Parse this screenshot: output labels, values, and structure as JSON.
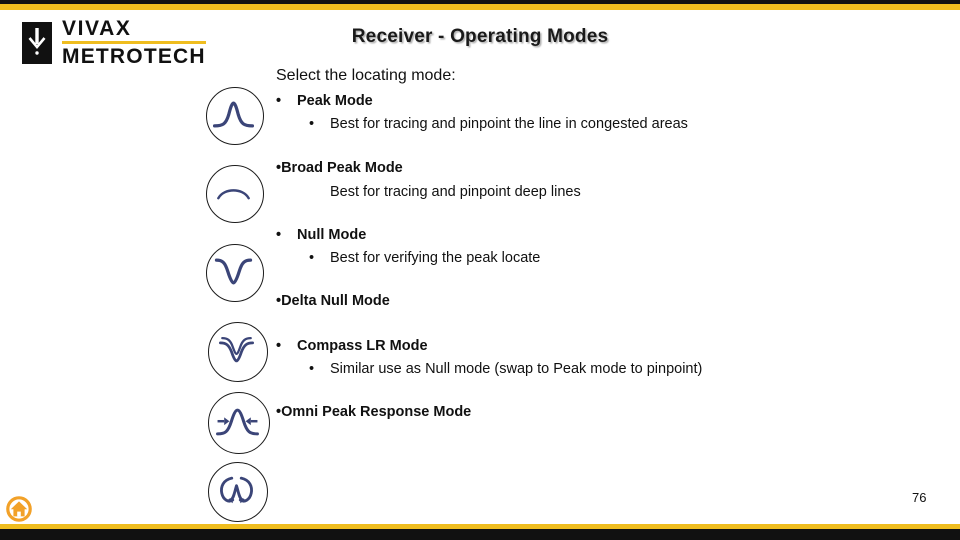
{
  "slide": {
    "title": "Receiver - Operating Modes",
    "page_number": "76",
    "lead": "Select the locating mode:",
    "colors": {
      "gold": "#EFBD1F",
      "black": "#111111",
      "curve_navy": "#3B4578",
      "home_orange": "#F2A128"
    },
    "logo": {
      "line1": "VIVAX",
      "line2": "METROTECH",
      "mark": "down-arrow-mark"
    },
    "blocks": [
      {
        "bullet": "•",
        "heading": "Peak Mode",
        "sub_bullet": "•",
        "sub": "Best for tracing and pinpoint the line in congested areas",
        "icon": "peak-curve-icon"
      },
      {
        "bullet": "•",
        "heading": "Broad Peak Mode",
        "sub_bullet": "",
        "sub": "Best for tracing and pinpoint deep lines",
        "icon": "broad-peak-arc-icon"
      },
      {
        "bullet": "•",
        "heading": "Null Mode",
        "sub_bullet": "•",
        "sub": "Best for verifying the peak locate",
        "icon": "null-v-curve-icon"
      },
      {
        "bullet": "•",
        "heading": "Delta Null Mode",
        "sub_bullet": "",
        "sub": "",
        "icon": "delta-null-double-v-icon"
      },
      {
        "bullet": "•",
        "heading": "Compass LR Mode",
        "sub_bullet": "•",
        "sub": "Similar use as Null mode (swap to Peak mode to pinpoint)",
        "icon": "compass-lr-arrows-peak-icon"
      },
      {
        "bullet": "•",
        "heading": "Omni Peak Response Mode",
        "sub_bullet": "",
        "sub": "",
        "icon": "omni-peak-loops-icon"
      }
    ]
  }
}
